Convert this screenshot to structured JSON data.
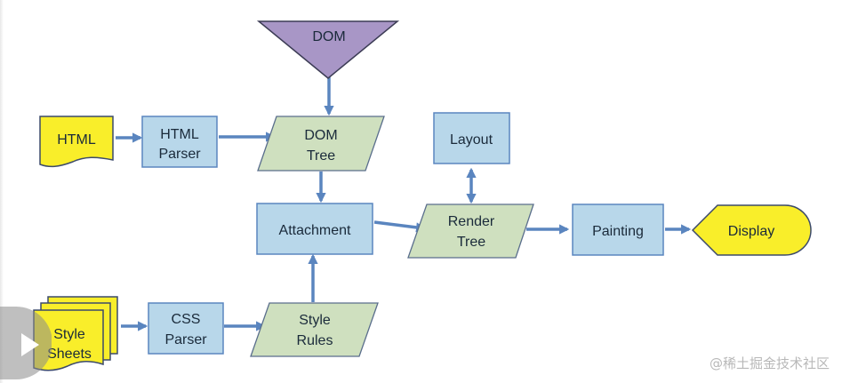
{
  "diagram": {
    "nodes": {
      "dom": "DOM",
      "html": "HTML",
      "html_parser": [
        "HTML",
        "Parser"
      ],
      "dom_tree": [
        "DOM",
        "Tree"
      ],
      "layout": "Layout",
      "attachment": "Attachment",
      "render_tree": [
        "Render",
        "Tree"
      ],
      "painting": "Painting",
      "display": "Display",
      "style_sheets": [
        "Style",
        "Sheets"
      ],
      "css_parser": [
        "CSS",
        "Parser"
      ],
      "style_rules": [
        "Style",
        "Rules"
      ]
    }
  },
  "watermark": "@稀土掘金技术社区",
  "colors": {
    "arrow": "#5a85bf",
    "box_blue": "#b8d7ea",
    "parallelogram": "#cfe0bf",
    "yellow": "#f9ee2a",
    "purple": "#a896c6"
  },
  "icons": {
    "play": "play-icon"
  }
}
